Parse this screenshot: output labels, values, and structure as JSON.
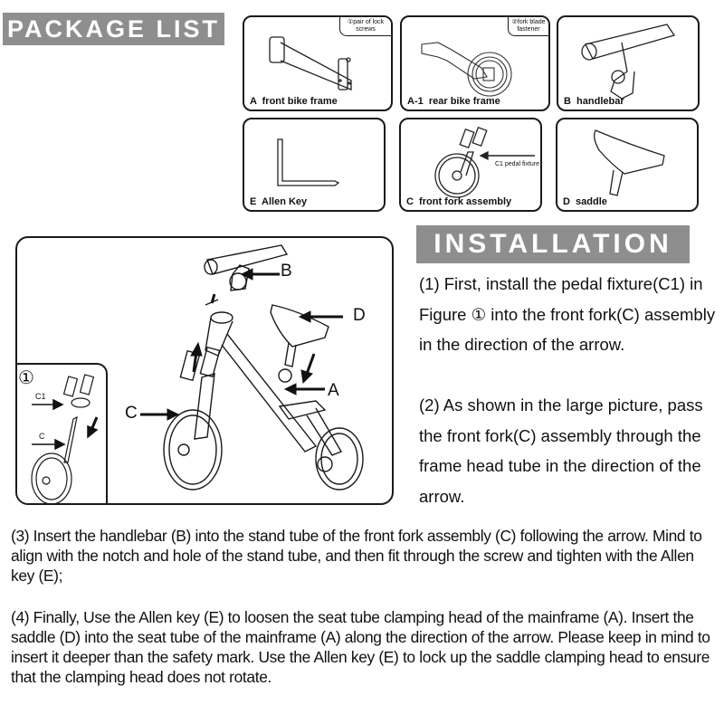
{
  "package_list": {
    "title": "PACKAGE LIST",
    "items": [
      {
        "code": "A",
        "label": "A  front bike frame",
        "tag": "①pair of lock screws",
        "icon": "bike-frame-icon"
      },
      {
        "code": "A-1",
        "label": "A-1  rear bike frame",
        "tag": "②fork blade fastener",
        "icon": "rear-frame-icon"
      },
      {
        "code": "B",
        "label": "B  handlebar",
        "icon": "handlebar-icon"
      },
      {
        "code": "E",
        "label": "E  Allen Key",
        "icon": "allen-key-icon"
      },
      {
        "code": "C",
        "label": "C  front fork assembly",
        "callout": "C1 pedal fixture",
        "icon": "front-fork-icon"
      },
      {
        "code": "D",
        "label": "D  saddle",
        "icon": "saddle-icon"
      }
    ]
  },
  "installation": {
    "title": "INSTALLATION",
    "figure": {
      "callouts": {
        "A": "A",
        "B": "B",
        "C": "C",
        "D": "D"
      },
      "inset": {
        "number": "①",
        "c1": "C1",
        "c": "C"
      }
    },
    "steps": [
      "(1) First, install the pedal fixture(C1) in Figure  ① into the front fork(C) assembly in the direction of the arrow.",
      "(2) As shown in the large picture, pass the front fork(C) assembly through the frame head tube in the direction of the arrow.",
      "(3) Insert the handlebar (B) into the stand tube of the front fork assembly (C) following the arrow. Mind to align with the notch and hole of the stand tube, and then fit through the screw and tighten with the Allen key (E);",
      "(4) Finally, Use the Allen key (E) to loosen the seat tube clamping head of the mainframe (A). Insert the saddle (D) into the seat tube of the mainframe (A) along the direction of the arrow. Please keep in mind to insert it deeper than the safety mark. Use the Allen key (E) to lock up the saddle clamping head to ensure that the clamping head does not rotate."
    ]
  },
  "colors": {
    "banner_bg": "#8e8e8e",
    "banner_text": "#ffffff",
    "line": "#1a1a1a",
    "text": "#111111"
  }
}
